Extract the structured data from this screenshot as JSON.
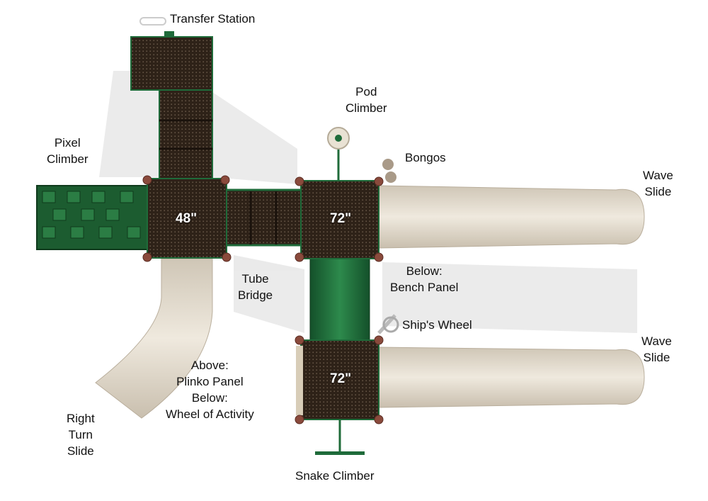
{
  "labels": {
    "transfer_station": "Transfer Station",
    "pod_climber": [
      "Pod",
      "Climber"
    ],
    "pixel_climber": [
      "Pixel",
      "Climber"
    ],
    "bongos": "Bongos",
    "wave_slide_top": [
      "Wave",
      "Slide"
    ],
    "tube_bridge": [
      "Tube",
      "Bridge"
    ],
    "bench_panel": [
      "Below:",
      "Bench Panel"
    ],
    "ships_wheel": "Ship's Wheel",
    "wave_slide_bottom": [
      "Wave",
      "Slide"
    ],
    "plinko": [
      "Above:",
      "Plinko Panel",
      "Below:",
      "Wheel of Activity"
    ],
    "right_turn_slide": [
      "Right",
      "Turn",
      "Slide"
    ],
    "snake_climber": "Snake Climber"
  },
  "decks": {
    "left": "48\"",
    "center": "72\"",
    "bottom": "72\""
  },
  "colors": {
    "deck": "#2e2218",
    "frame": "#1f6b3a",
    "slide": "#dcd3c4",
    "post_cap": "#8a4a3c"
  }
}
